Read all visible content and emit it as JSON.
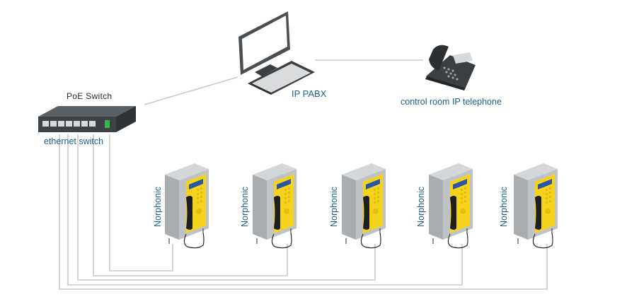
{
  "labels": {
    "switch_top": "PoE Switch",
    "switch": "ethernet switch",
    "pabx": "IP PABX",
    "control_phone": "control room IP telephone"
  },
  "phones": [
    {
      "label": "Norphonic"
    },
    {
      "label": "Norphonic"
    },
    {
      "label": "Norphonic"
    },
    {
      "label": "Norphonic"
    },
    {
      "label": "Norphonic"
    }
  ],
  "colors": {
    "accent_text": "#1d5f8c",
    "cable": "#c9c9c9",
    "phone_yellow": "#f5d31c",
    "phone_body": "#bfc3c6",
    "display": "#2b55a8",
    "switch_led": "#3ab54a"
  },
  "icons": [
    "poe-switch-icon",
    "computer-monitor-icon",
    "keyboard-icon",
    "desk-phone-icon",
    "emergency-phone-icon"
  ]
}
